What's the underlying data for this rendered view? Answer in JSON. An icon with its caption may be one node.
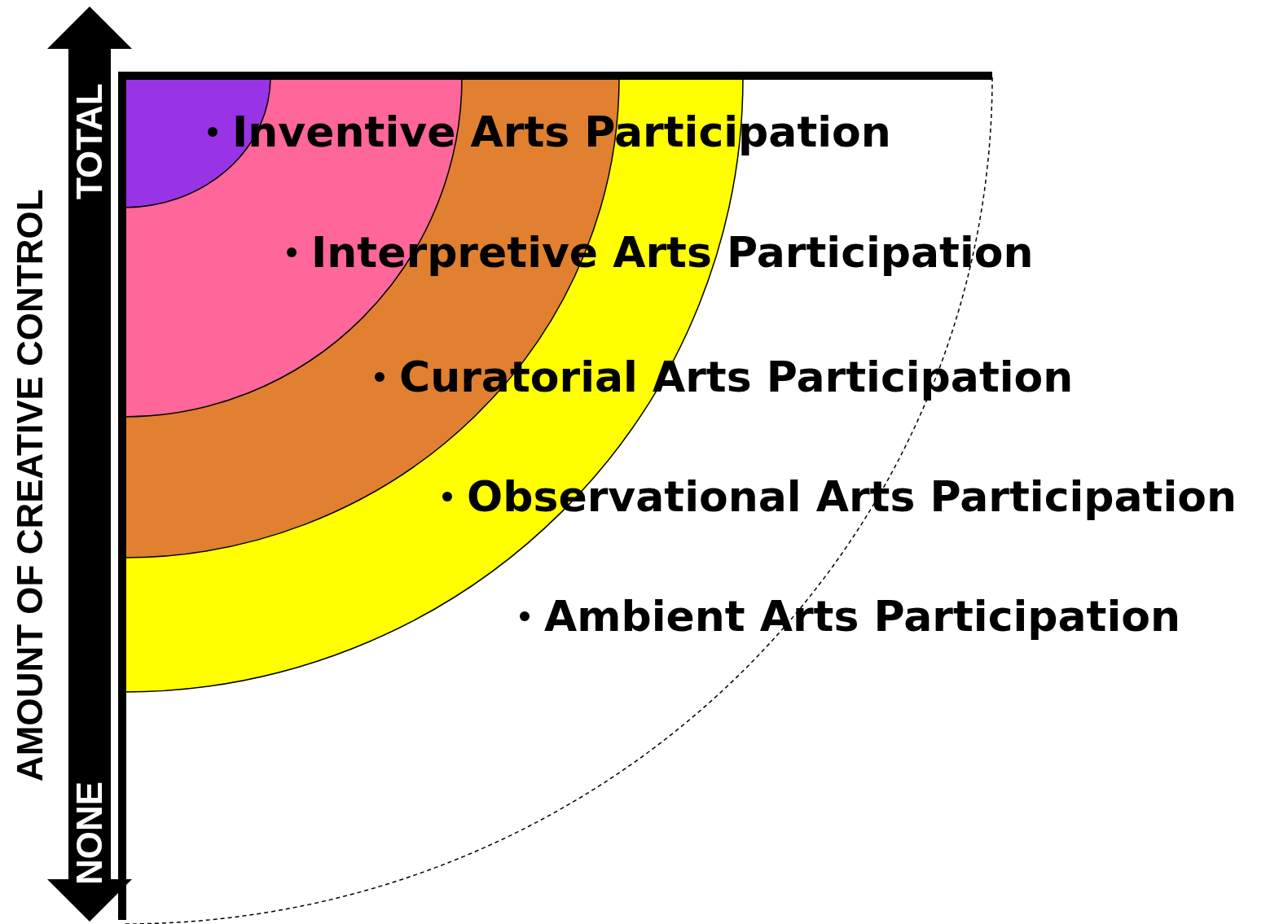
{
  "diagram": {
    "labels": [
      "AMOUNT OF CREATIVE CONTROL",
      "TOTAL",
      "NONE",
      "Inventive Arts Participation",
      "Interpretive Arts Participation",
      "Curatorial Arts Participation",
      "Observational Arts Participation",
      "Ambient Arts Participation"
    ]
  }
}
